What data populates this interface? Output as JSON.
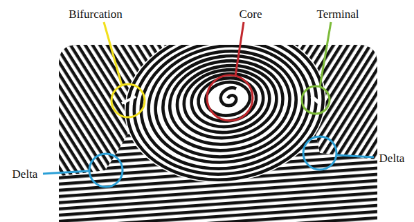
{
  "diagram": {
    "labels": [
      "Bifurcation",
      "Core",
      "Terminal",
      "Delta",
      "Delta"
    ]
  }
}
